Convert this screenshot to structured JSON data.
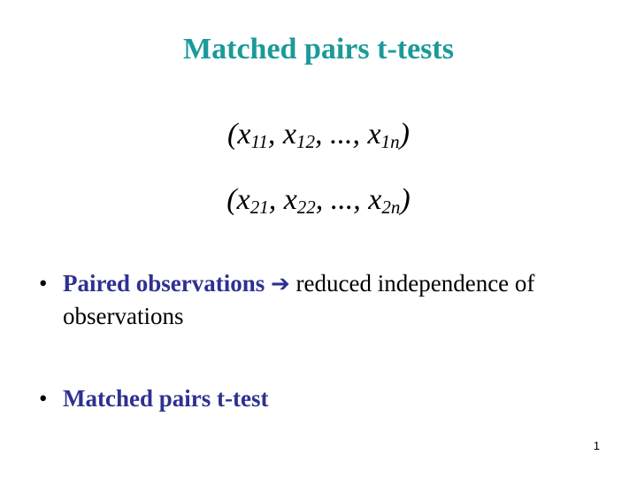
{
  "colors": {
    "title": "#1b9a9a",
    "highlight": "#2e3192",
    "text": "#000000"
  },
  "slide": {
    "title": "Matched pairs t-tests",
    "formulas": [
      {
        "open": "(",
        "close": ")",
        "sep": ", ",
        "ellipsis": "...",
        "terms": [
          {
            "var": "x",
            "sub": "11"
          },
          {
            "var": "x",
            "sub": "12"
          },
          {
            "var": "x",
            "sub": "1n"
          }
        ]
      },
      {
        "open": "(",
        "close": ")",
        "sep": ", ",
        "ellipsis": "...",
        "terms": [
          {
            "var": "x",
            "sub": "21"
          },
          {
            "var": "x",
            "sub": "22"
          },
          {
            "var": "x",
            "sub": "2n"
          }
        ]
      }
    ],
    "bullets": [
      {
        "marker": "•",
        "highlight": "Paired observations",
        "arrow_icon": "right-arrow-icon",
        "arrow_glyph": "➔",
        "text": "reduced independence of observations"
      },
      {
        "marker": "•",
        "highlight": "Matched pairs t-test"
      }
    ],
    "page_number": "1"
  }
}
